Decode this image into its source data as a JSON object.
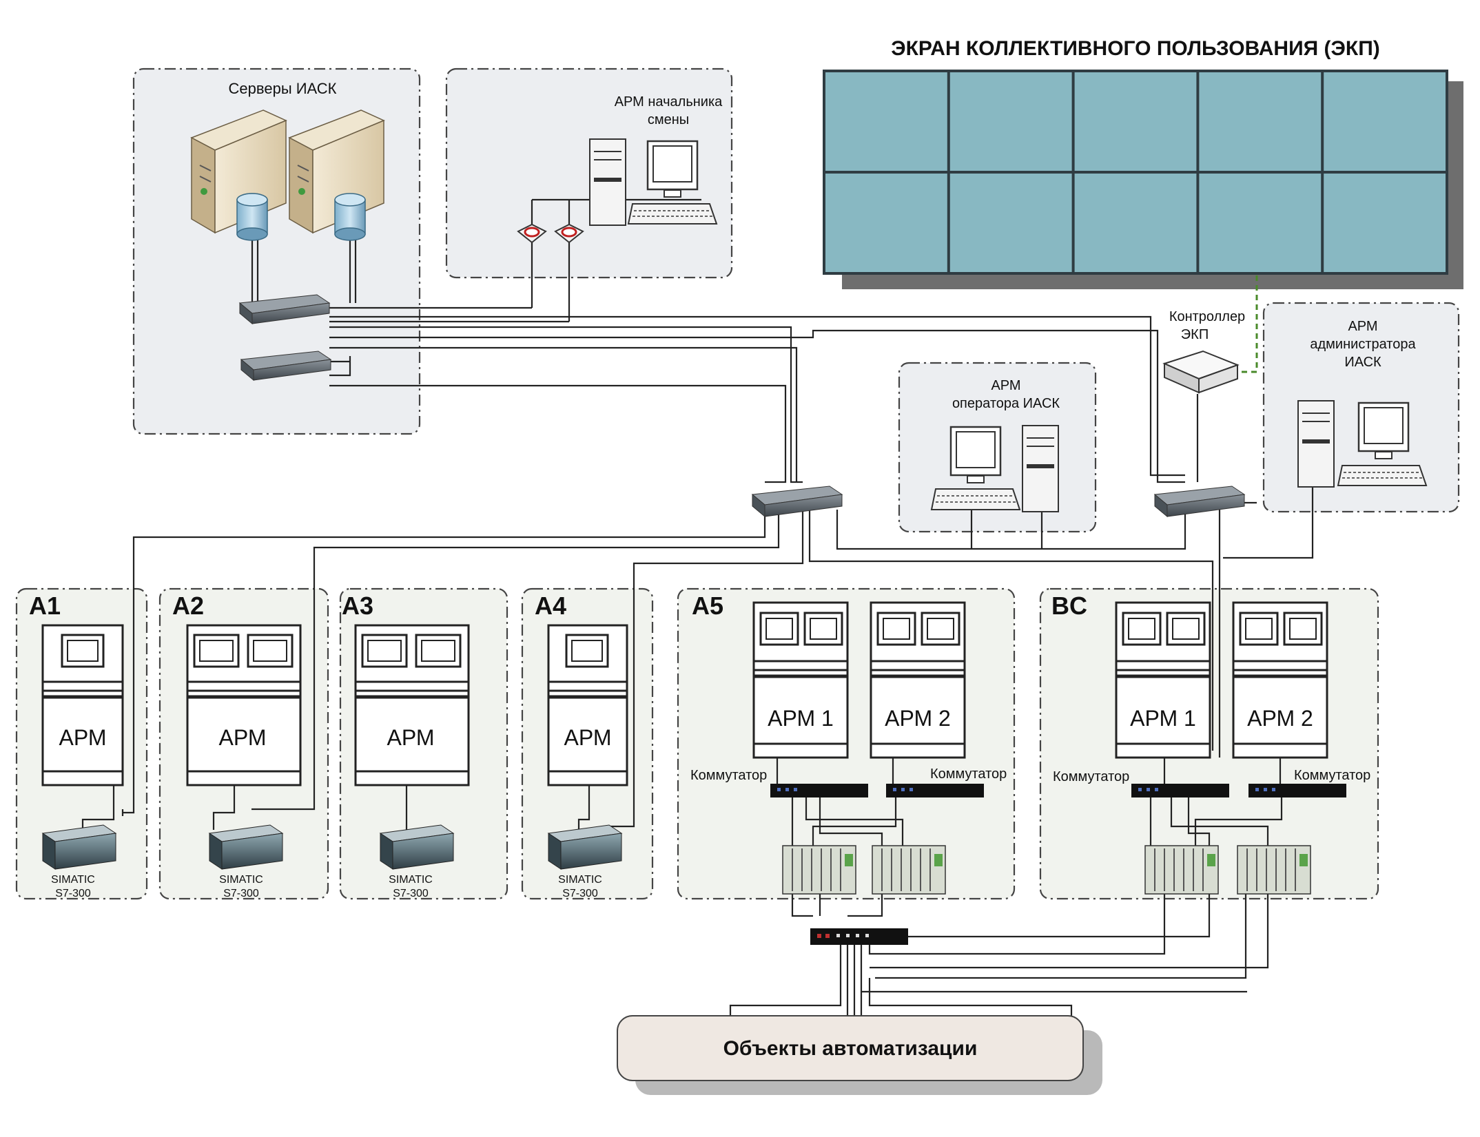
{
  "screen": {
    "title": "ЭКРАН КОЛЛЕКТИВНОГО ПОЛЬЗОВАНИЯ (ЭКП)",
    "tiles_rows": 2,
    "tiles_cols": 5
  },
  "servers": {
    "title": "Серверы ИАСК"
  },
  "shift_chief": {
    "line1": "АРМ начальника",
    "line2": "смены"
  },
  "controller": {
    "line1": "Контроллер",
    "line2": "ЭКП"
  },
  "admin": {
    "line1": "АРМ",
    "line2": "администратора",
    "line3": "ИАСК"
  },
  "operator": {
    "line1": "АРМ",
    "line2": "оператора ИАСК"
  },
  "zones": [
    {
      "id": "A1",
      "label": "A1",
      "apm": "АРМ",
      "plc_line1": "SIMATIC",
      "plc_line2": "S7-300"
    },
    {
      "id": "A2",
      "label": "A2",
      "apm": "АРМ",
      "plc_line1": "SIMATIC",
      "plc_line2": "S7-300"
    },
    {
      "id": "A3",
      "label": "A3",
      "apm": "АРМ",
      "plc_line1": "SIMATIC",
      "plc_line2": "S7-300"
    },
    {
      "id": "A4",
      "label": "A4",
      "apm": "АРМ",
      "plc_line1": "SIMATIC",
      "plc_line2": "S7-300"
    },
    {
      "id": "A5",
      "label": "A5",
      "apm1": "АРМ 1",
      "apm2": "АРМ 2",
      "switch_left": "Коммутатор",
      "switch_right": "Коммутатор"
    },
    {
      "id": "BC",
      "label": "BC",
      "apm1": "АРМ 1",
      "apm2": "АРМ 2",
      "switch_left": "Коммутатор",
      "switch_right": "Коммутатор"
    }
  ],
  "objects": {
    "label": "Объекты автоматизации"
  },
  "colors": {
    "screen_tile": "#88b8c2",
    "zone_fill": "#f1f3ee",
    "objects_fill": "#efe8e2",
    "link_green": "#4a8a2a"
  }
}
